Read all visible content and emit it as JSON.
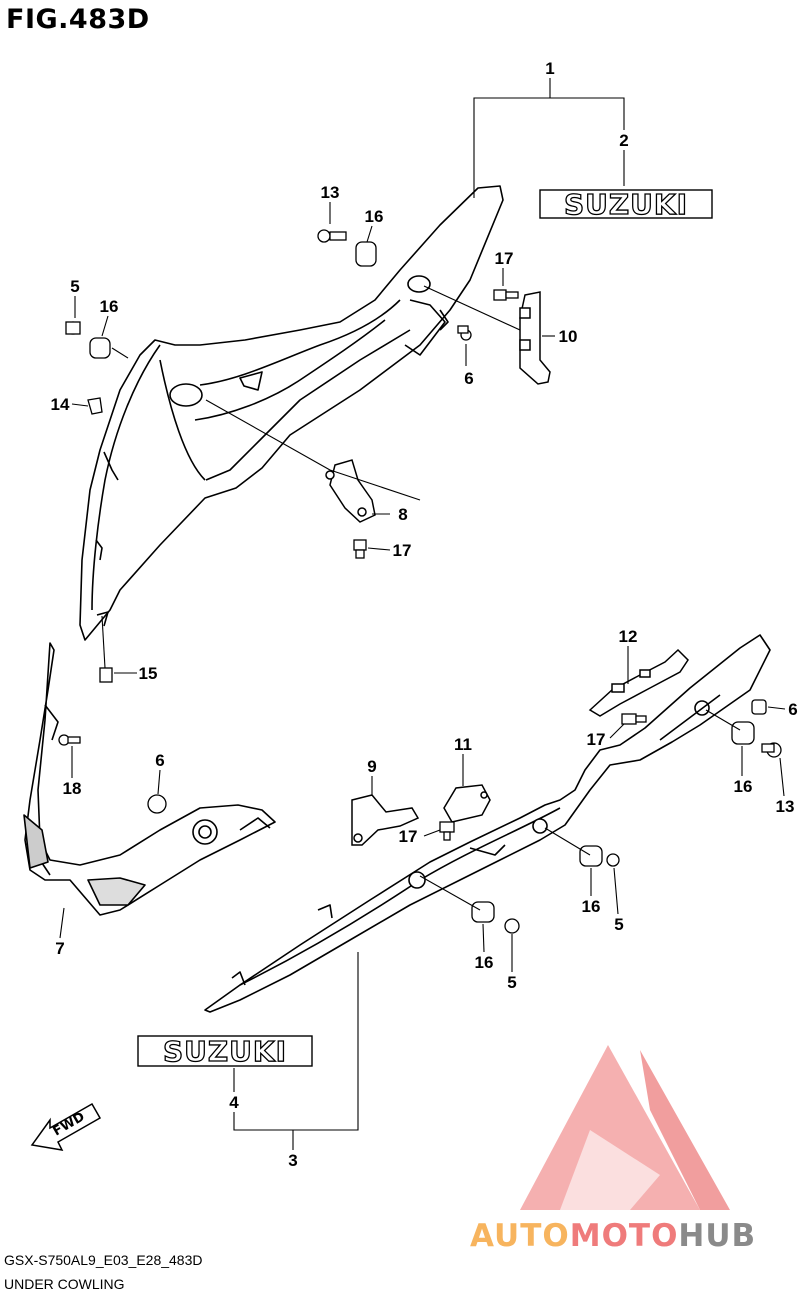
{
  "figure": {
    "title": "FIG.483D"
  },
  "footer": {
    "model_code": "GSX-S750AL9_E03_E28_483D",
    "section_name": "UNDER COWLING"
  },
  "badge_text": "SUZUKI",
  "fwd_label": "FWD",
  "watermark": {
    "part_a": "AUTO",
    "part_b": "MOTO",
    "part_c": "HUB",
    "colors": {
      "triangle": "#f4a3a3",
      "auto": "#f7b45e",
      "moto": "#ef7b7b",
      "hub": "#8a8a8a"
    }
  },
  "callouts": {
    "c1": "1",
    "c2": "2",
    "c13a": "13",
    "c16a": "16",
    "c17a": "17",
    "c5a": "5",
    "c16b": "16",
    "c10": "10",
    "c6a": "6",
    "c14": "14",
    "c8": "8",
    "c17b": "17",
    "c15": "15",
    "c12": "12",
    "c6b": "6",
    "c17c": "17",
    "c16c": "16",
    "c13b": "13",
    "c6c": "6",
    "c18": "18",
    "c9": "9",
    "c11": "11",
    "c17d": "17",
    "c16d": "16",
    "c5b": "5",
    "c16e": "16",
    "c5c": "5",
    "c7": "7",
    "c4": "4",
    "c3": "3"
  }
}
